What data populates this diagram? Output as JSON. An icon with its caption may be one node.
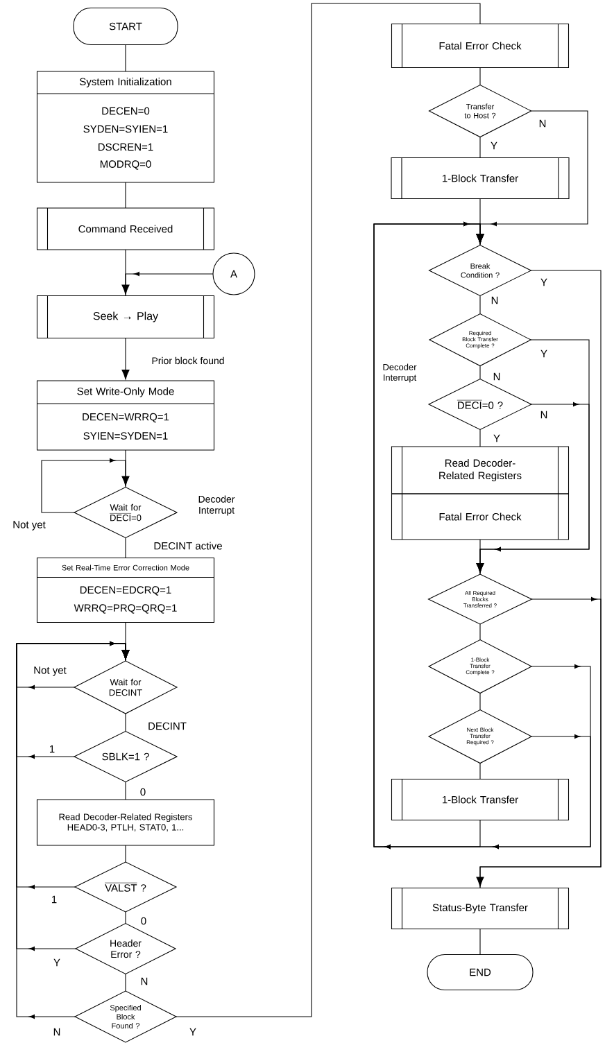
{
  "diagram": {
    "nodes": [
      {
        "text": [
          "START"
        ]
      },
      {
        "text": [
          "System Initialization",
          "DECEN=0",
          "SYDEN=SYIEN=1",
          "DSCREN=1",
          "MODRQ=0"
        ]
      },
      {
        "text": [
          "Command Received"
        ]
      },
      {
        "text": [
          "A"
        ]
      },
      {
        "text": [
          "Seek → Play"
        ]
      },
      {
        "text": [
          "Set Write-Only Mode",
          "DECEN=WRRQ=1",
          "SYIEN=SYDEN=1"
        ]
      },
      {
        "text": [
          "Wait for",
          "\\overline{\\text{DECI}}\\text{=0}"
        ],
        "beside": [
          "Decoder Interrupt"
        ]
      },
      {
        "text": [
          "Set Real-Time Error Correction Mode",
          "DECEN=EDCRQ=1",
          "WRRQ=PRQ=QRQ=1"
        ]
      },
      {
        "text": [
          "Wait for",
          "DECINT"
        ]
      },
      {
        "text": [
          "SBLK=1 ?"
        ]
      },
      {
        "text": [
          "Read Decoder-Related Registers",
          "HEAD0-3, PTLH, STAT0, 1..."
        ]
      },
      {
        "text": [
          "\\overline{\\text{VALST}}\\text{ ?}"
        ]
      },
      {
        "text": [
          "Header Error ?"
        ]
      },
      {
        "text": [
          "Specified Block Found ?"
        ]
      },
      {
        "text": [
          "Fatal Error Check"
        ]
      },
      {
        "text": [
          "Transfer to Host ?"
        ]
      },
      {
        "text": [
          "1-Block Transfer"
        ]
      },
      {
        "text": [
          "Break Condition ?"
        ]
      },
      {
        "text": [
          "Required Block Transfer Complete ?"
        ]
      },
      {
        "text": [
          "\\overline{\\text{DECI}}\\text{=0 ?}"
        ],
        "beside": [
          "Decoder Interrupt"
        ]
      },
      {
        "text": [
          "Read Decoder-Related Registers"
        ]
      },
      {
        "text": [
          "Fatal Error Check"
        ]
      },
      {
        "text": [
          "All Required Blocks Transferred ?"
        ]
      },
      {
        "text": [
          "1-Block Transfer Complete ?"
        ]
      },
      {
        "text": [
          "Next Block Transfer Required ?"
        ]
      },
      {
        "text": [
          "1-Block Transfer"
        ]
      },
      {
        "text": [
          "Status-Byte Transfer"
        ]
      },
      {
        "text": [
          "END"
        ]
      }
    ],
    "edges": [
      {
        "from": 0,
        "to": 1,
        "arrow": "none"
      },
      {
        "from": 1,
        "to": 2,
        "arrow": "none"
      },
      {
        "from": 2,
        "to": 4,
        "arrow": "none"
      },
      {
        "from": 3,
        "to": 4,
        "arrow": "to"
      },
      {
        "from": 4,
        "to": 5,
        "arrow": "to",
        "label": "Prior block found"
      },
      {
        "from": 5,
        "to": 6,
        "arrow": "none"
      },
      {
        "from": 6,
        "to": 6,
        "arrow": "to",
        "label": "Not yet"
      },
      {
        "from": 6,
        "to": 7,
        "arrow": "none",
        "label": "DECINT active"
      },
      {
        "from": 7,
        "to": 8,
        "arrow": "none"
      },
      {
        "from": 8,
        "to": 8,
        "arrow": "to",
        "label": "Not yet"
      },
      {
        "from": 8,
        "to": 9,
        "arrow": "none",
        "label": "DECINT"
      },
      {
        "from": 9,
        "to": 8,
        "arrow": "to",
        "label": "1"
      },
      {
        "from": 9,
        "to": 10,
        "arrow": "none",
        "label": "0"
      },
      {
        "from": 10,
        "to": 11,
        "arrow": "none"
      },
      {
        "from": 11,
        "to": 8,
        "arrow": "to",
        "label": "1"
      },
      {
        "from": 11,
        "to": 12,
        "arrow": "none",
        "label": "0"
      },
      {
        "from": 12,
        "to": 8,
        "arrow": "to",
        "label": "Y"
      },
      {
        "from": 12,
        "to": 13,
        "arrow": "none",
        "label": "N"
      },
      {
        "from": 13,
        "to": 8,
        "arrow": "to",
        "label": "N"
      },
      {
        "from": 13,
        "to": 14,
        "arrow": "none",
        "label": "Y"
      },
      {
        "from": 14,
        "to": 15,
        "arrow": "none"
      },
      {
        "from": 15,
        "to": 16,
        "arrow": "none",
        "label": "Y"
      },
      {
        "from": 15,
        "to": 17,
        "arrow": "to",
        "label": "N"
      },
      {
        "from": 16,
        "to": 17,
        "arrow": "none"
      },
      {
        "from": 17,
        "to": 26,
        "arrow": "none",
        "label": "Y"
      },
      {
        "from": 17,
        "to": 18,
        "arrow": "none",
        "label": "N"
      },
      {
        "from": 18,
        "to": 22,
        "arrow": "to",
        "label": "Y"
      },
      {
        "from": 18,
        "to": 19,
        "arrow": "none",
        "label": "N"
      },
      {
        "from": 19,
        "to": 22,
        "arrow": "to",
        "label": "N"
      },
      {
        "from": 19,
        "to": 20,
        "arrow": "none",
        "label": "Y"
      },
      {
        "from": 21,
        "to": 22,
        "arrow": "none"
      },
      {
        "from": 22,
        "to": 26,
        "arrow": "to"
      },
      {
        "from": 22,
        "to": 23,
        "arrow": "none"
      },
      {
        "from": 23,
        "to": 17,
        "arrow": "to"
      },
      {
        "from": 23,
        "to": 24,
        "arrow": "none"
      },
      {
        "from": 24,
        "to": 17,
        "arrow": "to"
      },
      {
        "from": 24,
        "to": 25,
        "arrow": "none"
      },
      {
        "from": 25,
        "to": 17,
        "arrow": "to"
      },
      {
        "from": 26,
        "to": 27,
        "arrow": "none"
      }
    ]
  }
}
